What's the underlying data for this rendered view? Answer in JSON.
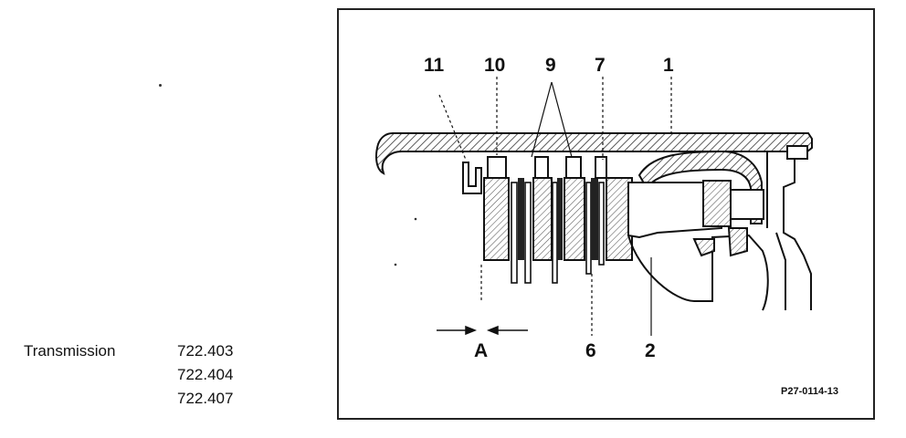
{
  "caption": {
    "label": "Transmission",
    "models": [
      "722.403",
      "722.404",
      "722.407"
    ]
  },
  "diagram": {
    "callouts": [
      "11",
      "10",
      "9",
      "7",
      "1",
      "A",
      "6",
      "2"
    ],
    "figure_code": "P27-0114-13"
  }
}
